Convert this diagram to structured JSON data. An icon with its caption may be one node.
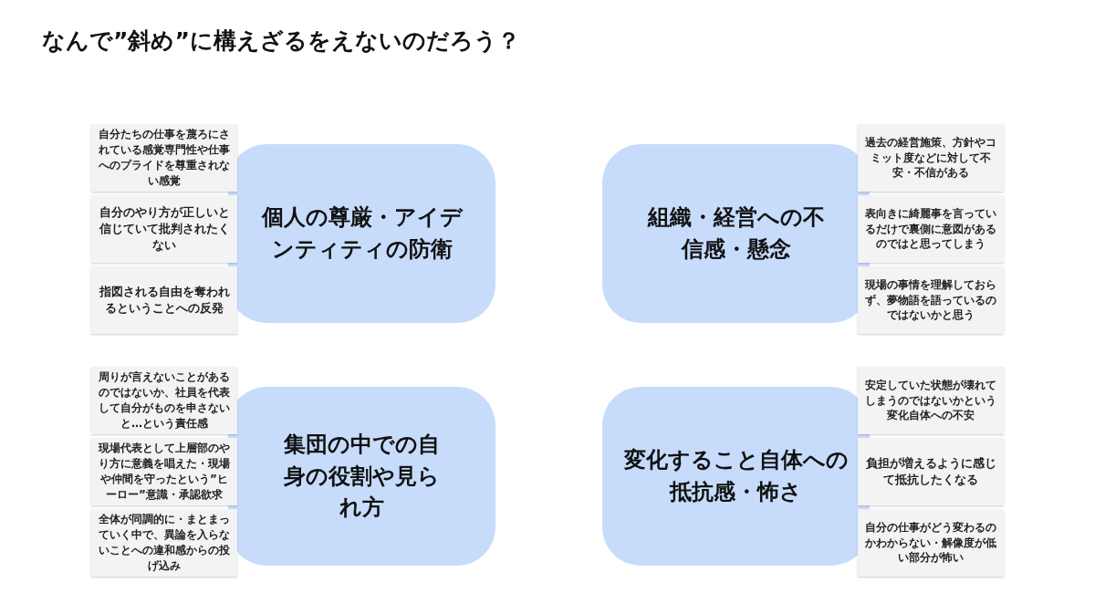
{
  "diagram": {
    "title": "なんで”斜め”に構えざるをえないのだろう？",
    "nodes": [
      {
        "text": [
          "個人の尊厳・アイデンティティの防衛"
        ]
      },
      {
        "text": [
          "自分たちの仕事を蔑ろにされている感覚専門性や仕事へのプライドを尊重されない感覚"
        ]
      },
      {
        "text": [
          "自分のやり方が正しいと信じていて批判されたくない"
        ]
      },
      {
        "text": [
          "指図される自由を奪われるということへの反発"
        ]
      },
      {
        "text": [
          "組織・経営への不信感・懸念"
        ]
      },
      {
        "text": [
          "過去の経営施策、方針やコミット度などに対して不安・不信がある"
        ]
      },
      {
        "text": [
          "表向きに綺麗事を言っているだけで裏側に意図があるのではと思ってしまう"
        ]
      },
      {
        "text": [
          "現場の事情を理解しておらず、夢物語を語っているのではないかと思う"
        ]
      },
      {
        "text": [
          "集団の中での自身の役割や見られ方"
        ]
      },
      {
        "text": [
          "周りが言えないことがあるのではないか、社員を代表して自分がものを申さないと…という責任感"
        ]
      },
      {
        "text": [
          "現場代表として上層部のやり方に意義を唱えた・現場や仲間を守ったという”ヒーロー”意識・承認欲求"
        ]
      },
      {
        "text": [
          "全体が同調的に・まとまっていく中で、異論を入らないことへの違和感からの投げ込み"
        ]
      },
      {
        "text": [
          "変化すること自体への抵抗感・怖さ"
        ]
      },
      {
        "text": [
          "安定していた状態が壊れてしまうのではないかという変化自体への不安"
        ]
      },
      {
        "text": [
          "負担が増えるように感じて抵抗したくなる"
        ]
      },
      {
        "text": [
          "自分の仕事がどう変わるのかわからない・解像度が低い部分が怖い"
        ]
      }
    ]
  }
}
